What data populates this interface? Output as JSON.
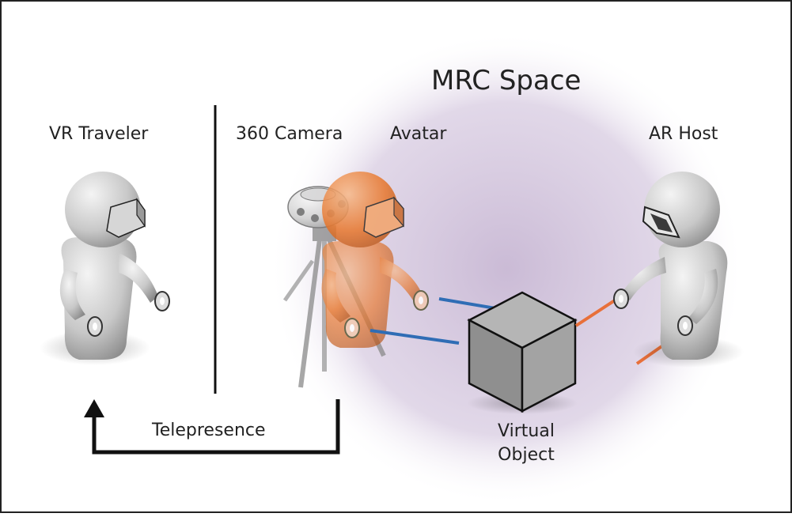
{
  "title": "MRC Space",
  "labels": {
    "vr_traveler": "VR Traveler",
    "camera_360": "360 Camera",
    "avatar": "Avatar",
    "ar_host": "AR Host",
    "telepresence": "Telepresence",
    "virtual_object_line1": "Virtual",
    "virtual_object_line2": "Object"
  },
  "colors": {
    "mrc_space": "#b9a4c8",
    "avatar": "#e8782e",
    "avatar_ray": "#2f6db5",
    "host_ray": "#e8703a",
    "figure": "#d8d8d8",
    "outline": "#1a1a1a"
  }
}
